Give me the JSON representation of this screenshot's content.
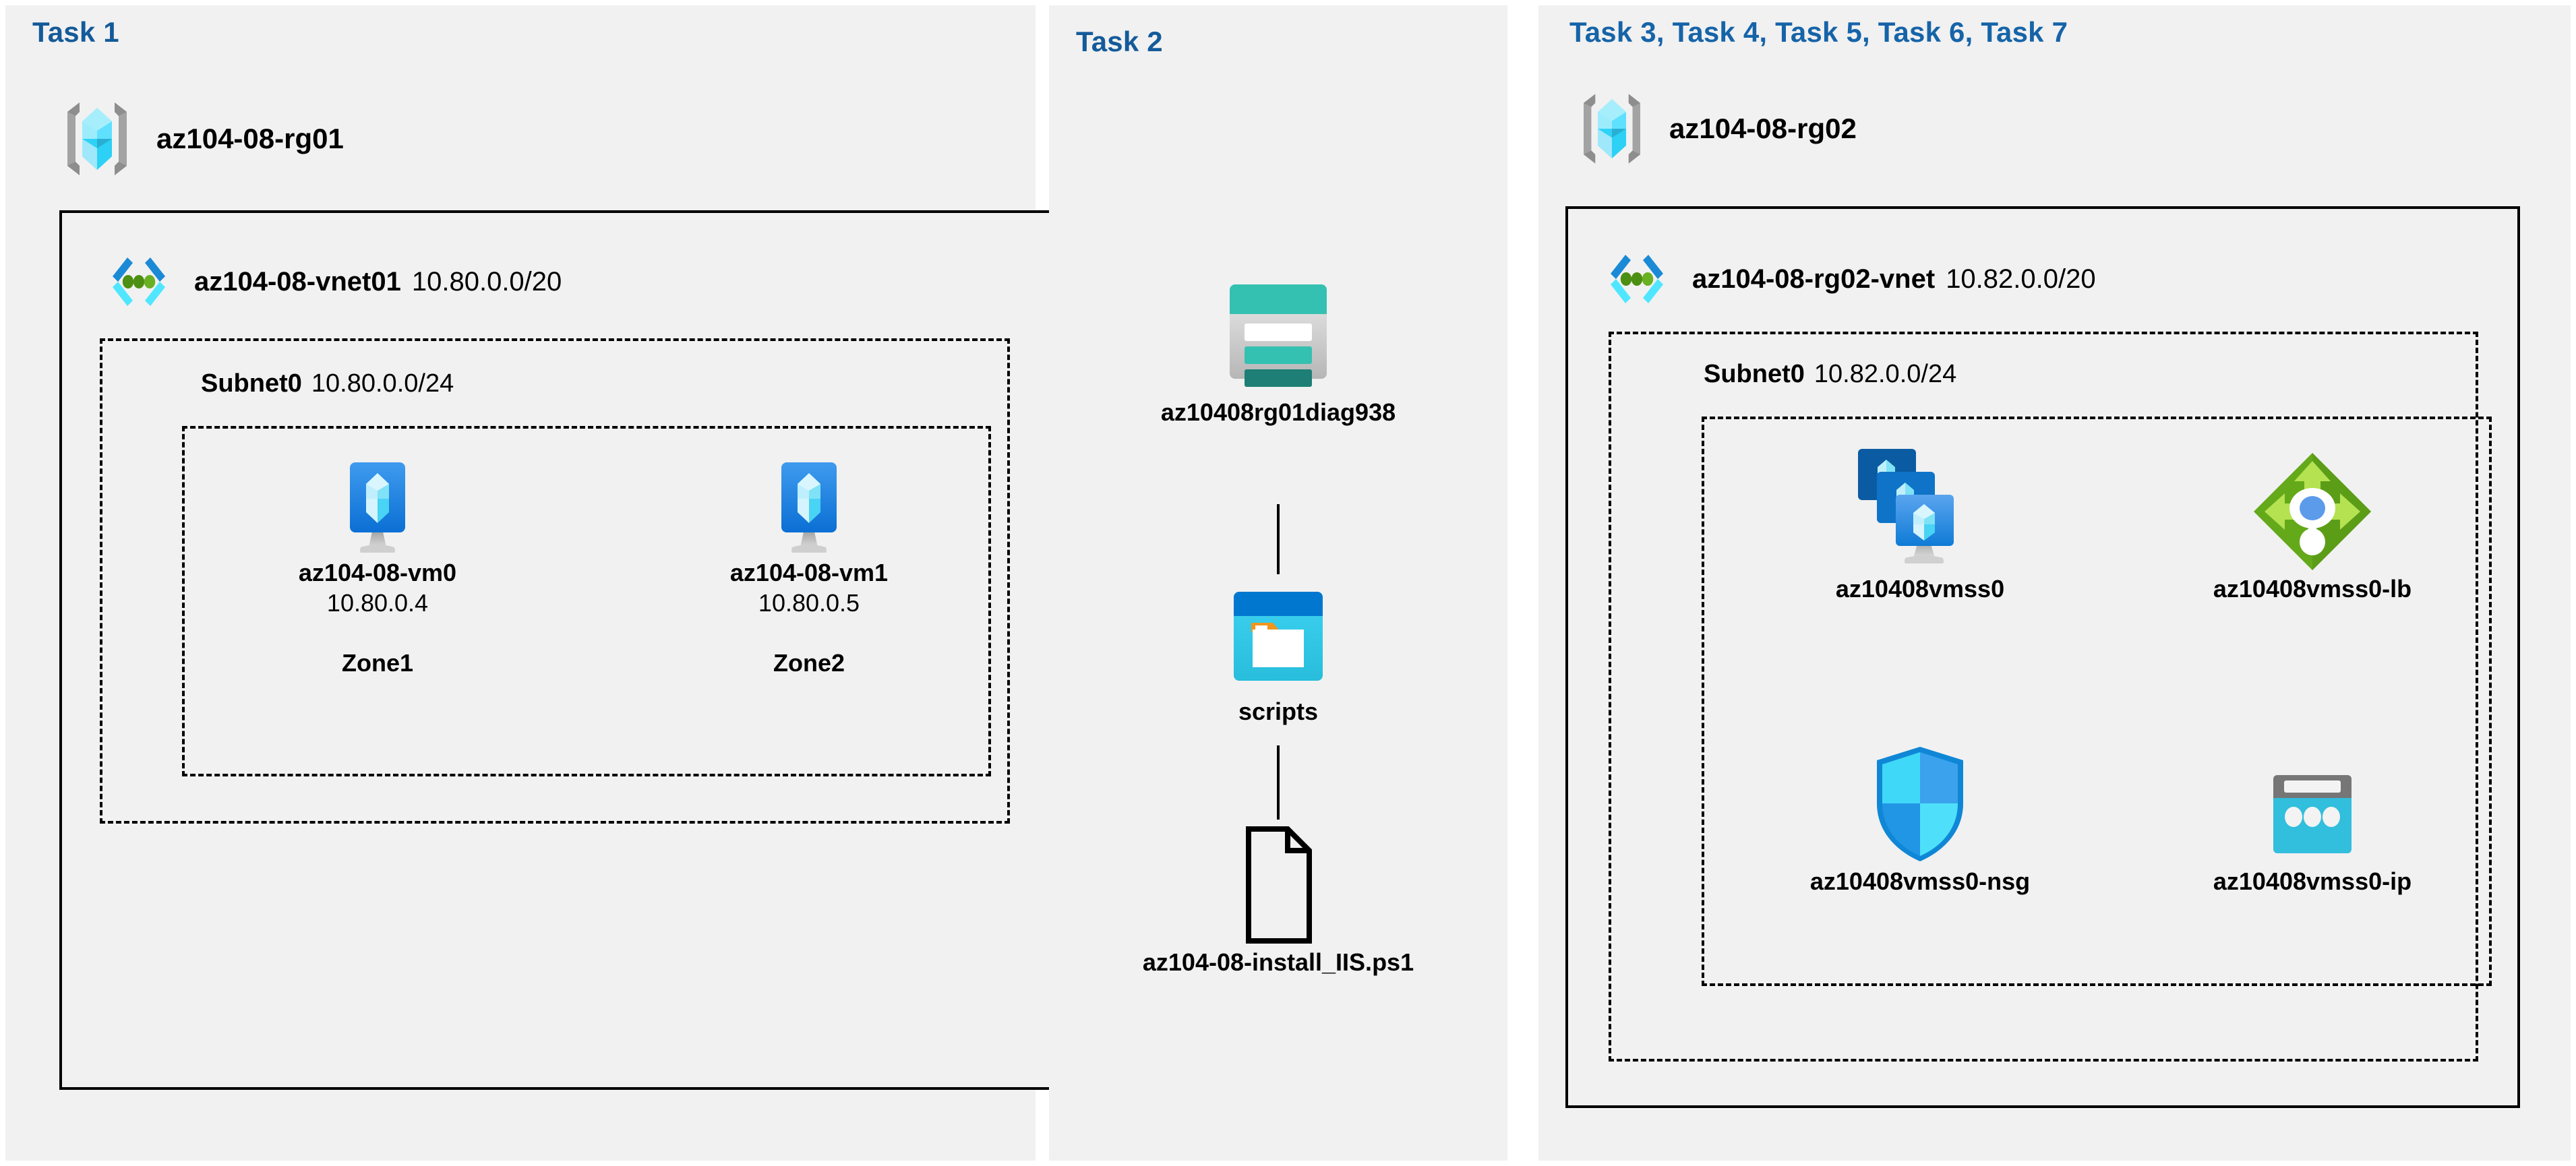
{
  "tasks": [
    {
      "id": "task1",
      "title": "Task 1"
    },
    {
      "id": "task2",
      "title": "Task 2"
    },
    {
      "id": "task3_7",
      "title": "Task 3, Task 4, Task 5, Task 6, Task 7"
    }
  ],
  "colors": {
    "task_title": "#145a9a",
    "panel_bg": "#f1f1f1",
    "page_bg": "#ffffff",
    "border": "#000000",
    "azure_blue": "#0078d4",
    "azure_cyan": "#32bedd",
    "vnet_dot_green": "#57a300",
    "storage_teal": "#37c2b1",
    "lb_green": "#6aab1f",
    "nsg_blue": "#0f87d6"
  },
  "task1": {
    "resource_group": {
      "name": "az104-08-rg01",
      "icon": "resource-group-icon"
    },
    "vnet": {
      "name": "az104-08-vnet01",
      "cidr": "10.80.0.0/20",
      "icon": "virtual-network-icon"
    },
    "subnet": {
      "name": "Subnet0",
      "cidr": "10.80.0.0/24"
    },
    "vms": [
      {
        "name": "az104-08-vm0",
        "ip": "10.80.0.4",
        "zone": "Zone1",
        "icon": "virtual-machine-icon"
      },
      {
        "name": "az104-08-vm1",
        "ip": "10.80.0.5",
        "zone": "Zone2",
        "icon": "virtual-machine-icon"
      }
    ]
  },
  "task2": {
    "nodes": [
      {
        "name": "az10408rg01diag938",
        "icon": "storage-account-icon"
      },
      {
        "name": "scripts",
        "icon": "blob-container-icon"
      },
      {
        "name": "az104-08-install_IIS.ps1",
        "icon": "file-icon"
      }
    ]
  },
  "task3": {
    "resource_group": {
      "name": "az104-08-rg02",
      "icon": "resource-group-icon"
    },
    "vnet": {
      "name": "az104-08-rg02-vnet",
      "cidr": "10.82.0.0/20",
      "icon": "virtual-network-icon"
    },
    "subnet": {
      "name": "Subnet0",
      "cidr": "10.82.0.0/24"
    },
    "resources": [
      {
        "name": "az10408vmss0",
        "icon": "vm-scale-set-icon"
      },
      {
        "name": "az10408vmss0-lb",
        "icon": "load-balancer-icon"
      },
      {
        "name": "az10408vmss0-nsg",
        "icon": "network-security-group-icon"
      },
      {
        "name": "az10408vmss0-ip",
        "icon": "public-ip-address-icon"
      }
    ]
  }
}
